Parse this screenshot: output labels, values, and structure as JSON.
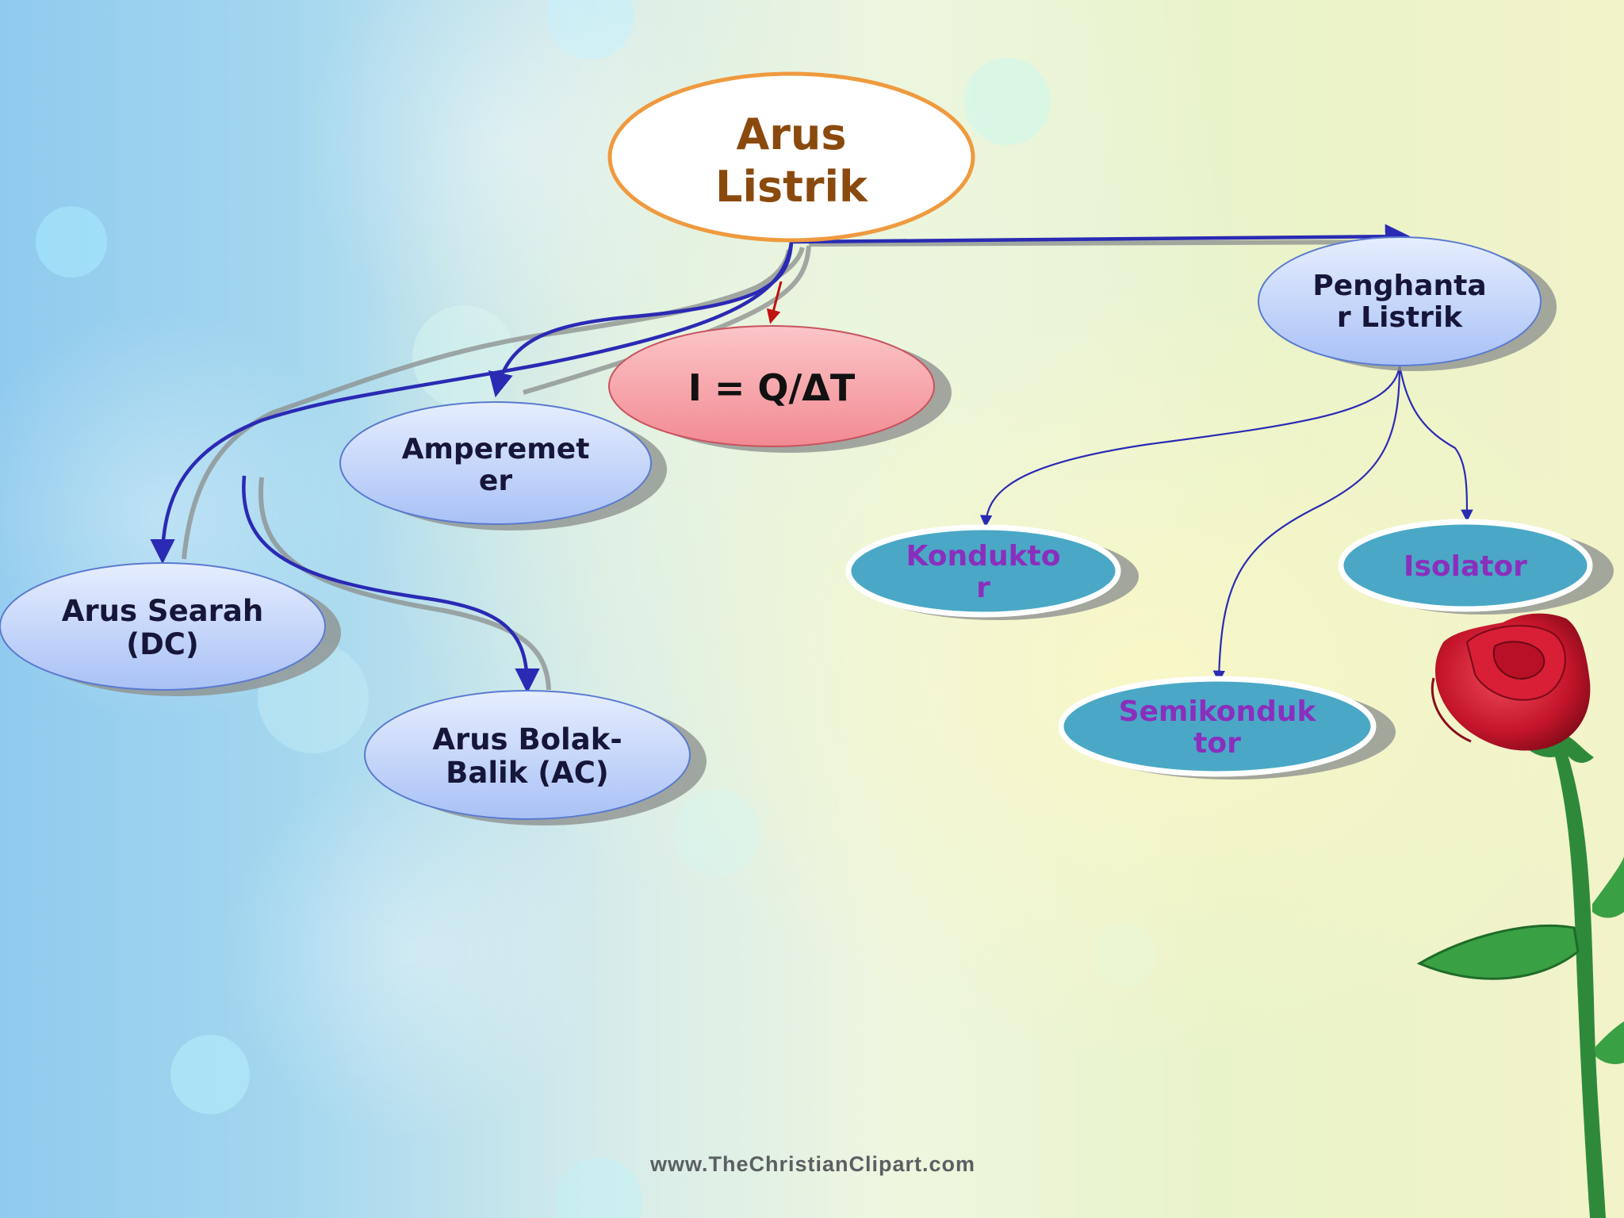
{
  "nodes": {
    "root": {
      "lines": [
        "Arus",
        "Listrik"
      ]
    },
    "formula": {
      "lines": [
        "I = Q/ΔT"
      ]
    },
    "amperemeter": {
      "lines": [
        "Amperemet",
        "er"
      ]
    },
    "dc": {
      "lines": [
        "Arus Searah",
        "(DC)"
      ]
    },
    "ac": {
      "lines": [
        "Arus Bolak-",
        "Balik (AC)"
      ]
    },
    "penghantar": {
      "lines": [
        "Penghanta",
        "r Listrik"
      ]
    },
    "konduktor": {
      "lines": [
        "Kondukto",
        "r"
      ]
    },
    "isolator": {
      "lines": [
        "Isolator"
      ]
    },
    "semikonduktor": {
      "lines": [
        "Semikonduk",
        "tor"
      ]
    }
  },
  "watermark": "www.TheChristianClipart.com",
  "colors": {
    "root_fill": "#ffffff",
    "root_stroke": "#ef9a3f",
    "root_text": "#8a4a0e",
    "blue_node": "#c7d8fb",
    "red_node": "#f6a3a8",
    "teal_node": "#4aa8c6",
    "teal_text": "#8a2fbd",
    "dark_text": "#16163a",
    "connector": "#2a2ab4"
  }
}
